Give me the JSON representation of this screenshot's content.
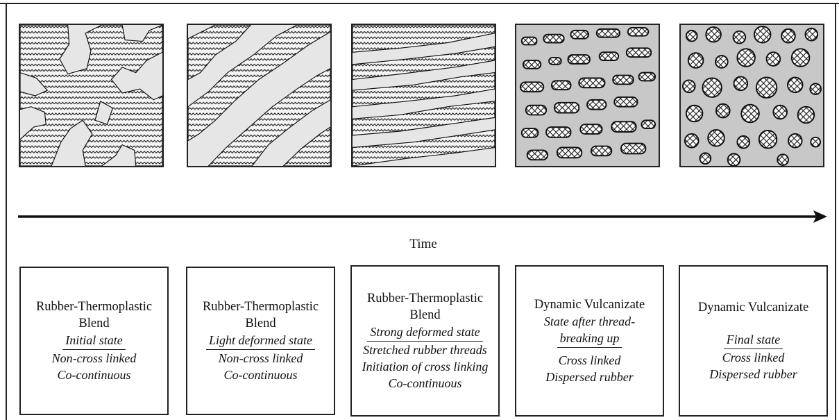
{
  "timeline": {
    "label": "Time"
  },
  "stages": [
    {
      "title_lines": [
        "Rubber-Thermoplastic",
        "Blend"
      ],
      "state": "Initial state",
      "details": [
        "Non-cross linked",
        "Co-continuous"
      ]
    },
    {
      "title_lines": [
        "Rubber-Thermoplastic",
        "Blend"
      ],
      "state": "Light deformed state",
      "details": [
        "Non-cross linked",
        "Co-continuous"
      ]
    },
    {
      "title_lines": [
        "Rubber-Thermoplastic",
        "Blend"
      ],
      "state": "Strong deformed state",
      "details": [
        "Stretched rubber threads",
        "Initiation of cross linking",
        "Co-continuous"
      ]
    },
    {
      "title_lines": [
        "Dynamic Vulcanizate"
      ],
      "state_lines": [
        "State after thread-",
        "breaking up"
      ],
      "details": [
        "Cross linked",
        "Dispersed rubber"
      ]
    },
    {
      "title_lines": [
        "Dynamic Vulcanizate"
      ],
      "state": "Final state",
      "details": [
        "Cross linked",
        "Dispersed rubber"
      ]
    }
  ],
  "colors": {
    "matrix_light": "#e6e6e6",
    "matrix_dark": "#c8c8c8",
    "ink": "#111111"
  },
  "patterns": {
    "uncured_rubber": "wavy-hatch",
    "cured_rubber": "cross-hatch"
  }
}
